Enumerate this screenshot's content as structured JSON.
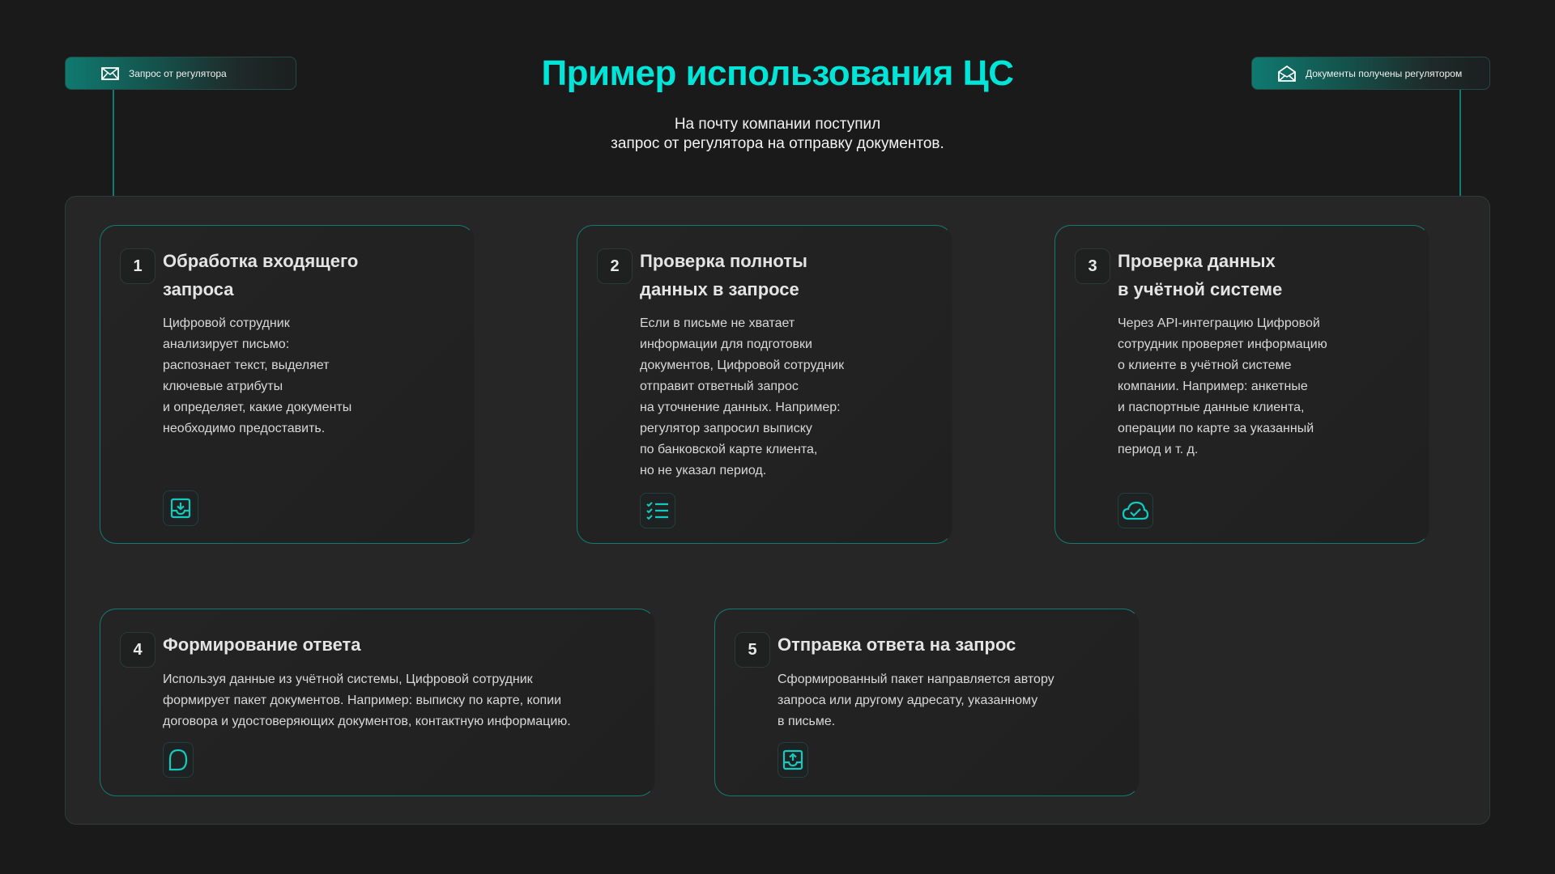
{
  "header": {
    "title": "Пример использования ЦС",
    "subtitle_line1": "На почту компании поступил",
    "subtitle_line2": "запрос от регулятора на отправку документов."
  },
  "badges": {
    "start": {
      "label": "Запрос от регулятора",
      "icon": "envelope-icon"
    },
    "end": {
      "label": "Документы получены регулятором",
      "icon": "envelope-open-icon"
    }
  },
  "steps": [
    {
      "number": "1",
      "title": "Обработка входящего\nзапроса",
      "text": "Цифровой сотрудник\nанализирует письмо:\nраспознает текст, выделяет\nключевые атрибуты\nи определяет, какие документы\nнеобходимо предоставить.",
      "icon": "inbox-download-icon"
    },
    {
      "number": "2",
      "title": "Проверка полноты\nданных в запросе",
      "text": "Если в письме не хватает\nинформации для подготовки\nдокументов, Цифровой сотрудник\nотправит ответный запрос\nна уточнение данных. Например:\nрегулятор запросил выписку\nпо банковской карте клиента,\nно не указал период.",
      "icon": "checklist-icon"
    },
    {
      "number": "3",
      "title": "Проверка данных\nв учётной системе",
      "text": "Через API-интеграцию Цифровой\nсотрудник проверяет информацию\nо клиенте в учётной системе\nкомпании. Например: анкетные\nи паспортные данные клиента,\nоперации по карте за указанный\nпериод и т. д.",
      "icon": "cloud-check-icon"
    },
    {
      "number": "4",
      "title": "Формирование ответа",
      "text": "Используя данные из учётной системы, Цифровой сотрудник\nформирует пакет документов. Например: выписку по карте, копии\nдоговора и удостоверяющих документов,  контактную информацию.",
      "icon": "chat-bubble-icon"
    },
    {
      "number": "5",
      "title": "Отправка ответа на запрос",
      "text": "Сформированный пакет направляется автору\nзапроса или другому адресату, указанному\nв письме.",
      "icon": "inbox-upload-icon"
    }
  ],
  "colors": {
    "accent": "#00e5d8",
    "line": "#137a72",
    "background": "#1a1a1a",
    "panel": "#262626"
  }
}
